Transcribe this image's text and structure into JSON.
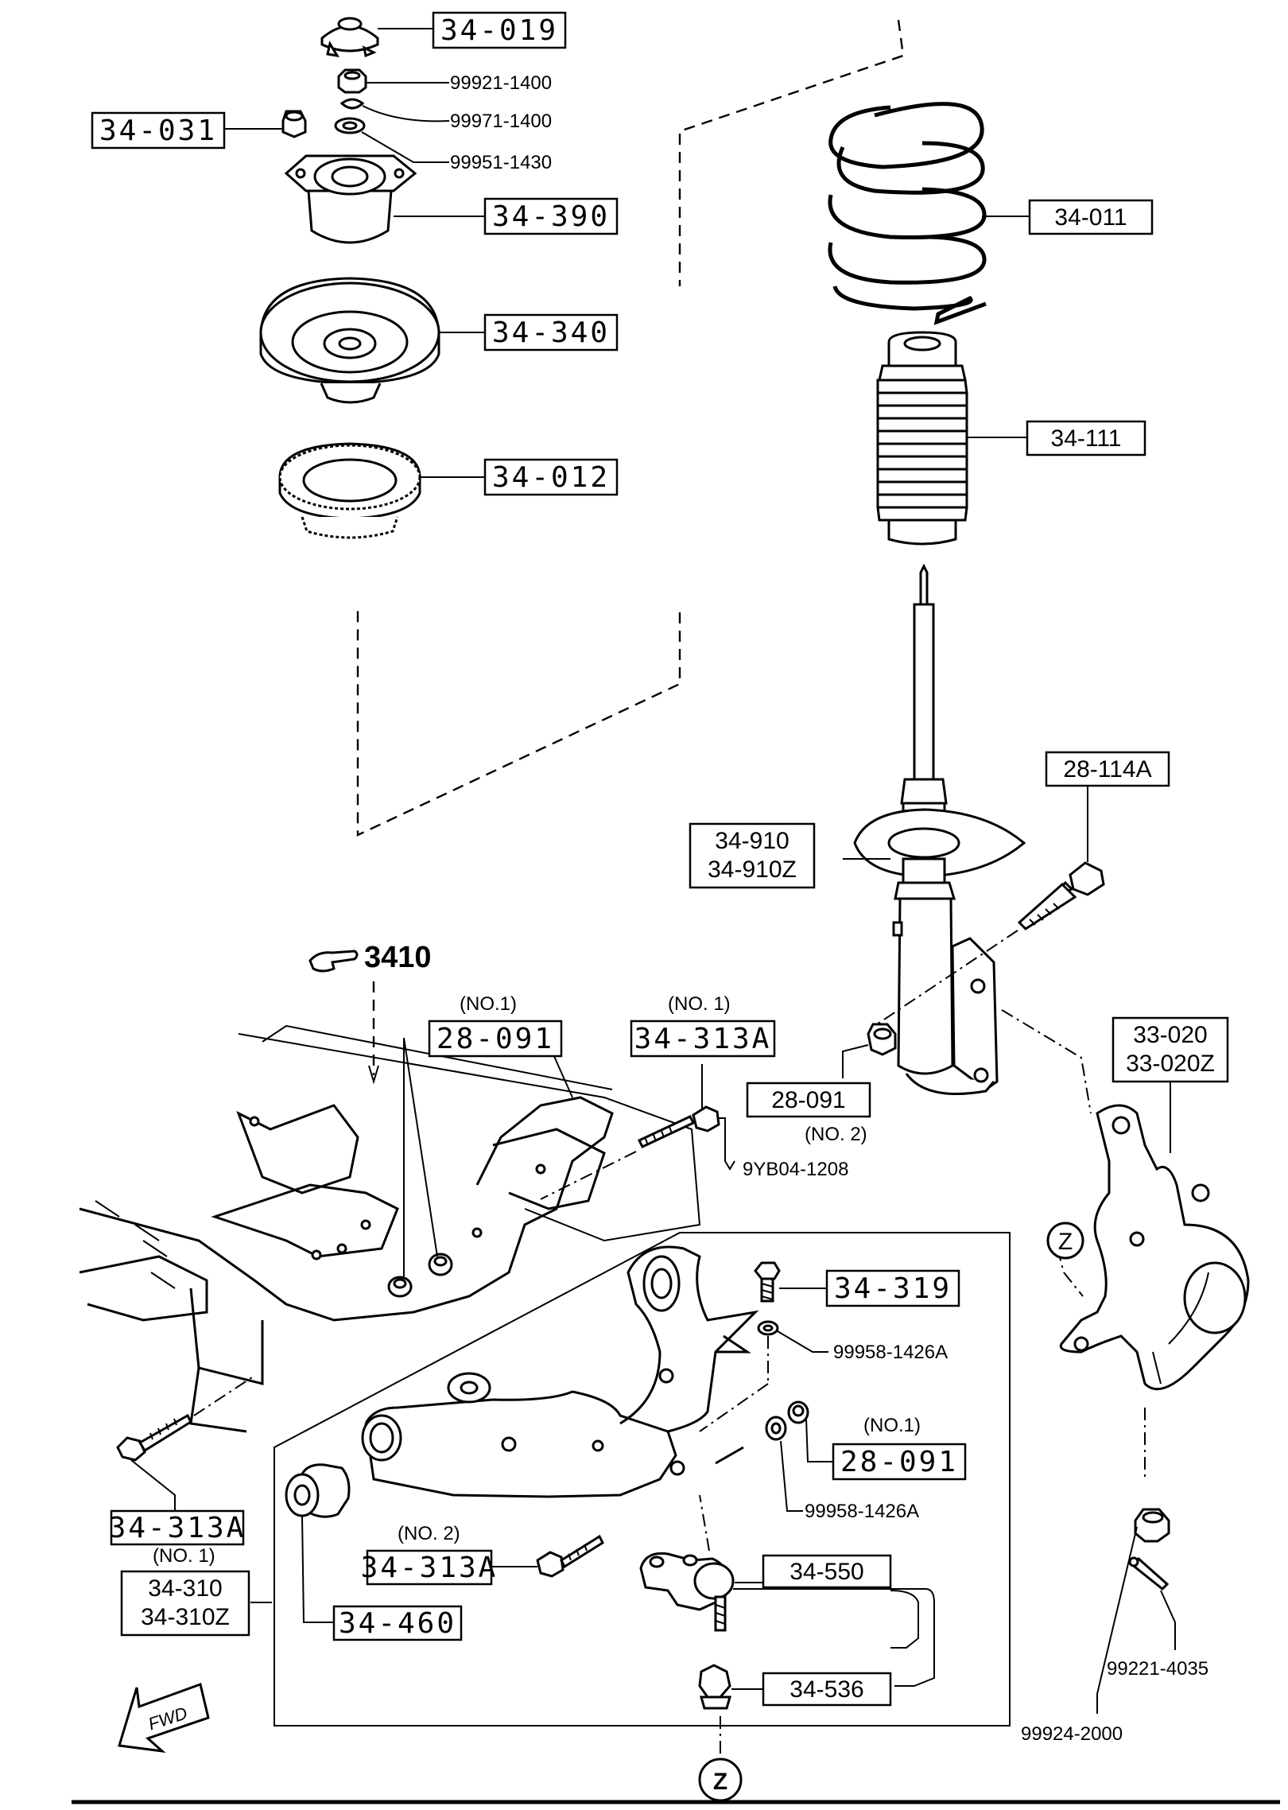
{
  "labels": {
    "p34_019": "34-019",
    "p99921": "99921-1400",
    "p99971": "99971-1400",
    "p34_031": "34-031",
    "p99951": "99951-1430",
    "p34_390": "34-390",
    "p34_340": "34-340",
    "p34_012": "34-012",
    "p34_011": "34-011",
    "p34_111": "34-111",
    "p28_114a": "28-114A",
    "p34_910": "34-910",
    "p34_910z": "34-910Z",
    "ref3410": "3410",
    "no1_a": "(NO.1)",
    "p28_091_top": "28-091",
    "no1_b": "(NO. 1)",
    "p34_313a_top": "34-313A",
    "p28_091_mid": "28-091",
    "no2_a": "(NO. 2)",
    "p9yb04": "9YB04-1208",
    "p33_020": "33-020",
    "p33_020z": "33-020Z",
    "z_marker": "Z",
    "p34_319": "34-319",
    "p99958_a": "99958-1426A",
    "no1_c": "(NO.1)",
    "p28_091_low": "28-091",
    "p99958_b": "99958-1426A",
    "p34_313a_left": "34-313A",
    "no1_d": "(NO. 1)",
    "no2_b": "(NO. 2)",
    "p34_313a_mid": "34-313A",
    "p34_550": "34-550",
    "p34_310": "34-310",
    "p34_310z": "34-310Z",
    "p34_460": "34-460",
    "p34_536": "34-536",
    "p99221": "99221-4035",
    "p99924": "99924-2000",
    "fwd": "FWD",
    "z_bottom": "Z"
  }
}
